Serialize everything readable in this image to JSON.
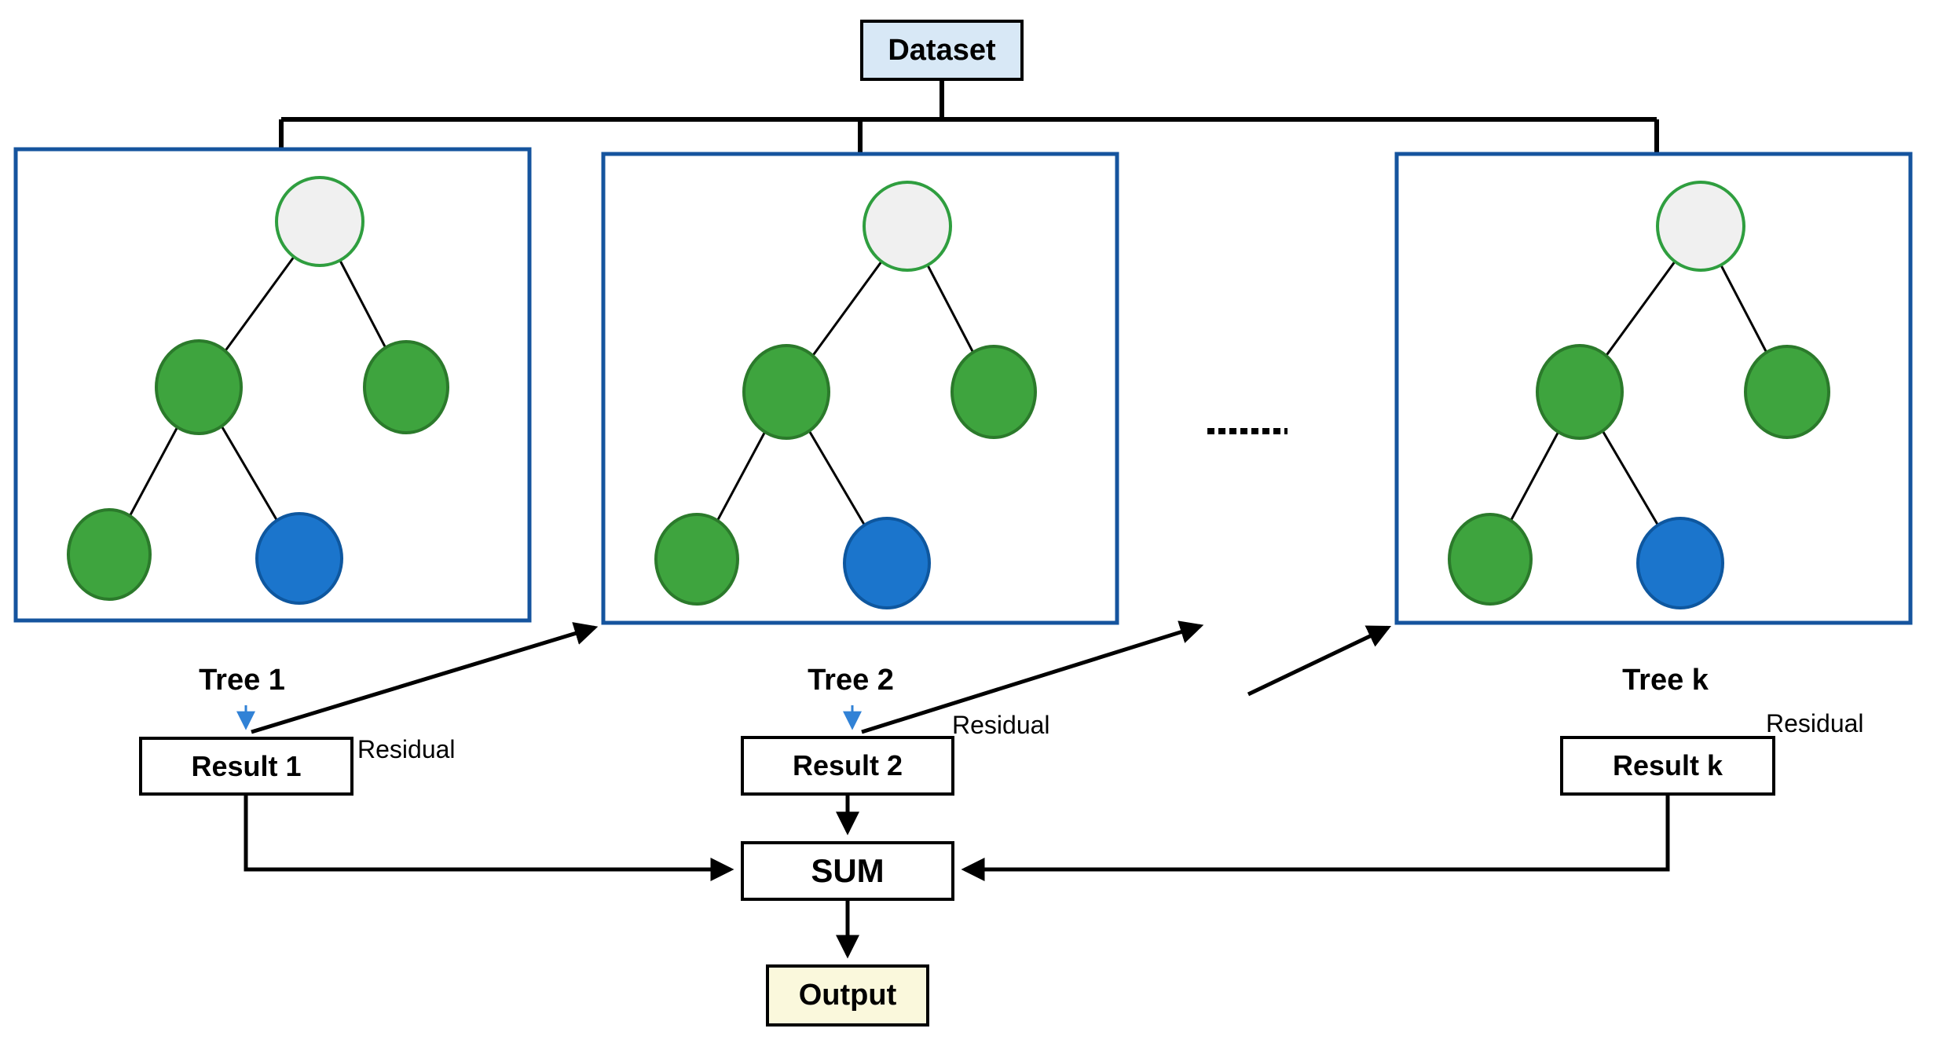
{
  "diagram": {
    "title_semantic": "Gradient boosted trees ensemble flow",
    "dataset_label": "Dataset",
    "trees": [
      {
        "label": "Tree 1",
        "result_label": "Result 1",
        "residual_label": "Residual"
      },
      {
        "label": "Tree 2",
        "result_label": "Result 2",
        "residual_label": "Residual"
      },
      {
        "label": "Tree k",
        "result_label": "Result k",
        "residual_label": "Residual"
      }
    ],
    "sum_label": "SUM",
    "output_label": "Output",
    "ellipsis_label": ".........",
    "node_kinds": [
      "root-undecided-node",
      "decision-node-green",
      "leaf-node-blue"
    ],
    "colors": {
      "tree_box_border": "#15549E",
      "dataset_fill": "#D8E8F6",
      "output_fill": "#FAF8DC",
      "node_green_fill": "#3EA43E",
      "node_green_stroke": "#2B7A2B",
      "node_blue_fill": "#1B75CC",
      "node_blue_stroke": "#0E579F",
      "root_node_fill": "#F0F0F0",
      "root_node_stroke": "#2F9E3F",
      "mini_arrow_blue": "#3182D6",
      "line_black": "#000000"
    }
  }
}
